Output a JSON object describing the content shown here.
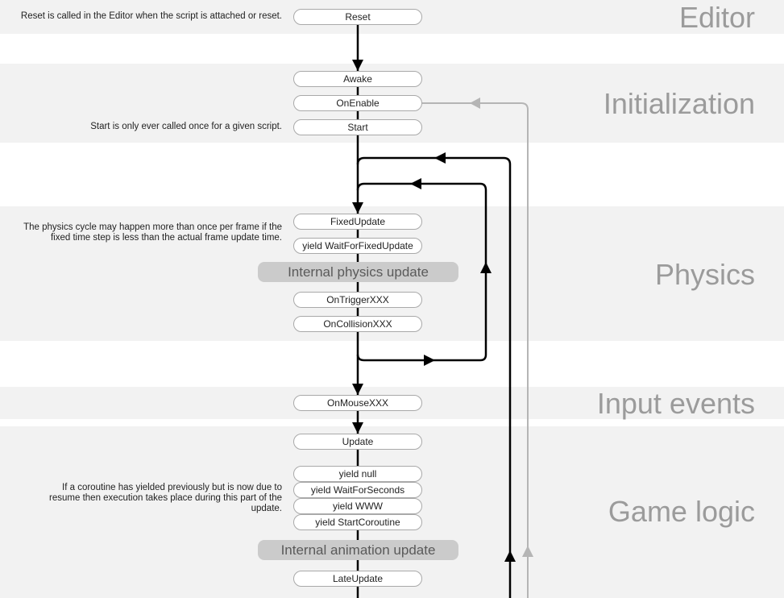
{
  "sections": {
    "editor": "Editor",
    "initialization": "Initialization",
    "physics": "Physics",
    "input_events": "Input events",
    "game_logic": "Game logic"
  },
  "nodes": {
    "reset": "Reset",
    "awake": "Awake",
    "on_enable": "OnEnable",
    "start": "Start",
    "fixed_update": "FixedUpdate",
    "yield_wait_for_fixed_update": "yield WaitForFixedUpdate",
    "on_trigger": "OnTriggerXXX",
    "on_collision": "OnCollisionXXX",
    "on_mouse": "OnMouseXXX",
    "update": "Update",
    "yield_null": "yield null",
    "yield_wait_for_seconds": "yield WaitForSeconds",
    "yield_www": "yield WWW",
    "yield_start_coroutine": "yield StartCoroutine",
    "late_update": "LateUpdate"
  },
  "internal": {
    "physics_update": "Internal physics update",
    "animation_update": "Internal animation update"
  },
  "notes": {
    "reset": "Reset is called in the Editor when the script is attached or reset.",
    "start": "Start is only ever called once for a given script.",
    "physics": "The physics cycle may happen more than once per frame if the fixed time step is less than the actual frame update time.",
    "coroutine": "If a coroutine has yielded previously but is now due to resume then execution takes place during this part of the update."
  },
  "colors": {
    "band": "#f2f2f2",
    "section_title": "#9b9b9b",
    "flow_line": "#000000",
    "reenable_line": "#b5b5b5",
    "internal_box": "#cbcbcb"
  }
}
